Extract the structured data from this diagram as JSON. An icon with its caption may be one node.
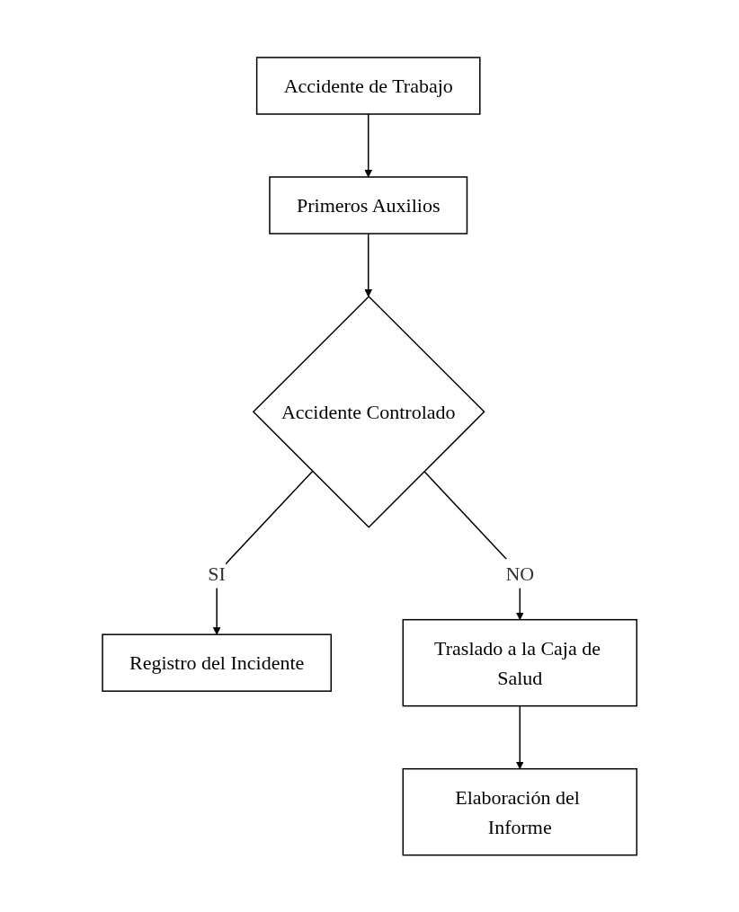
{
  "diagram": {
    "nodes": [
      {
        "text": [
          "Accidente de Trabajo"
        ]
      },
      {
        "text": [
          "Primeros Auxilios"
        ]
      },
      {
        "text": [
          "Accidente Controlado"
        ]
      },
      {
        "text": [
          "Registro del Incidente"
        ]
      },
      {
        "text": [
          "Traslado a la Caja de Salud"
        ]
      },
      {
        "text": [
          "Elaboración del Informe"
        ]
      }
    ],
    "edges": [
      {
        "from": 0,
        "to": 1,
        "arrow": "to"
      },
      {
        "from": 1,
        "to": 2,
        "arrow": "to"
      },
      {
        "from": 2,
        "to": 3,
        "arrow": "to",
        "label": "SI"
      },
      {
        "from": 2,
        "to": 4,
        "arrow": "to",
        "label": "NO"
      },
      {
        "from": 4,
        "to": 5,
        "arrow": "to"
      }
    ]
  }
}
